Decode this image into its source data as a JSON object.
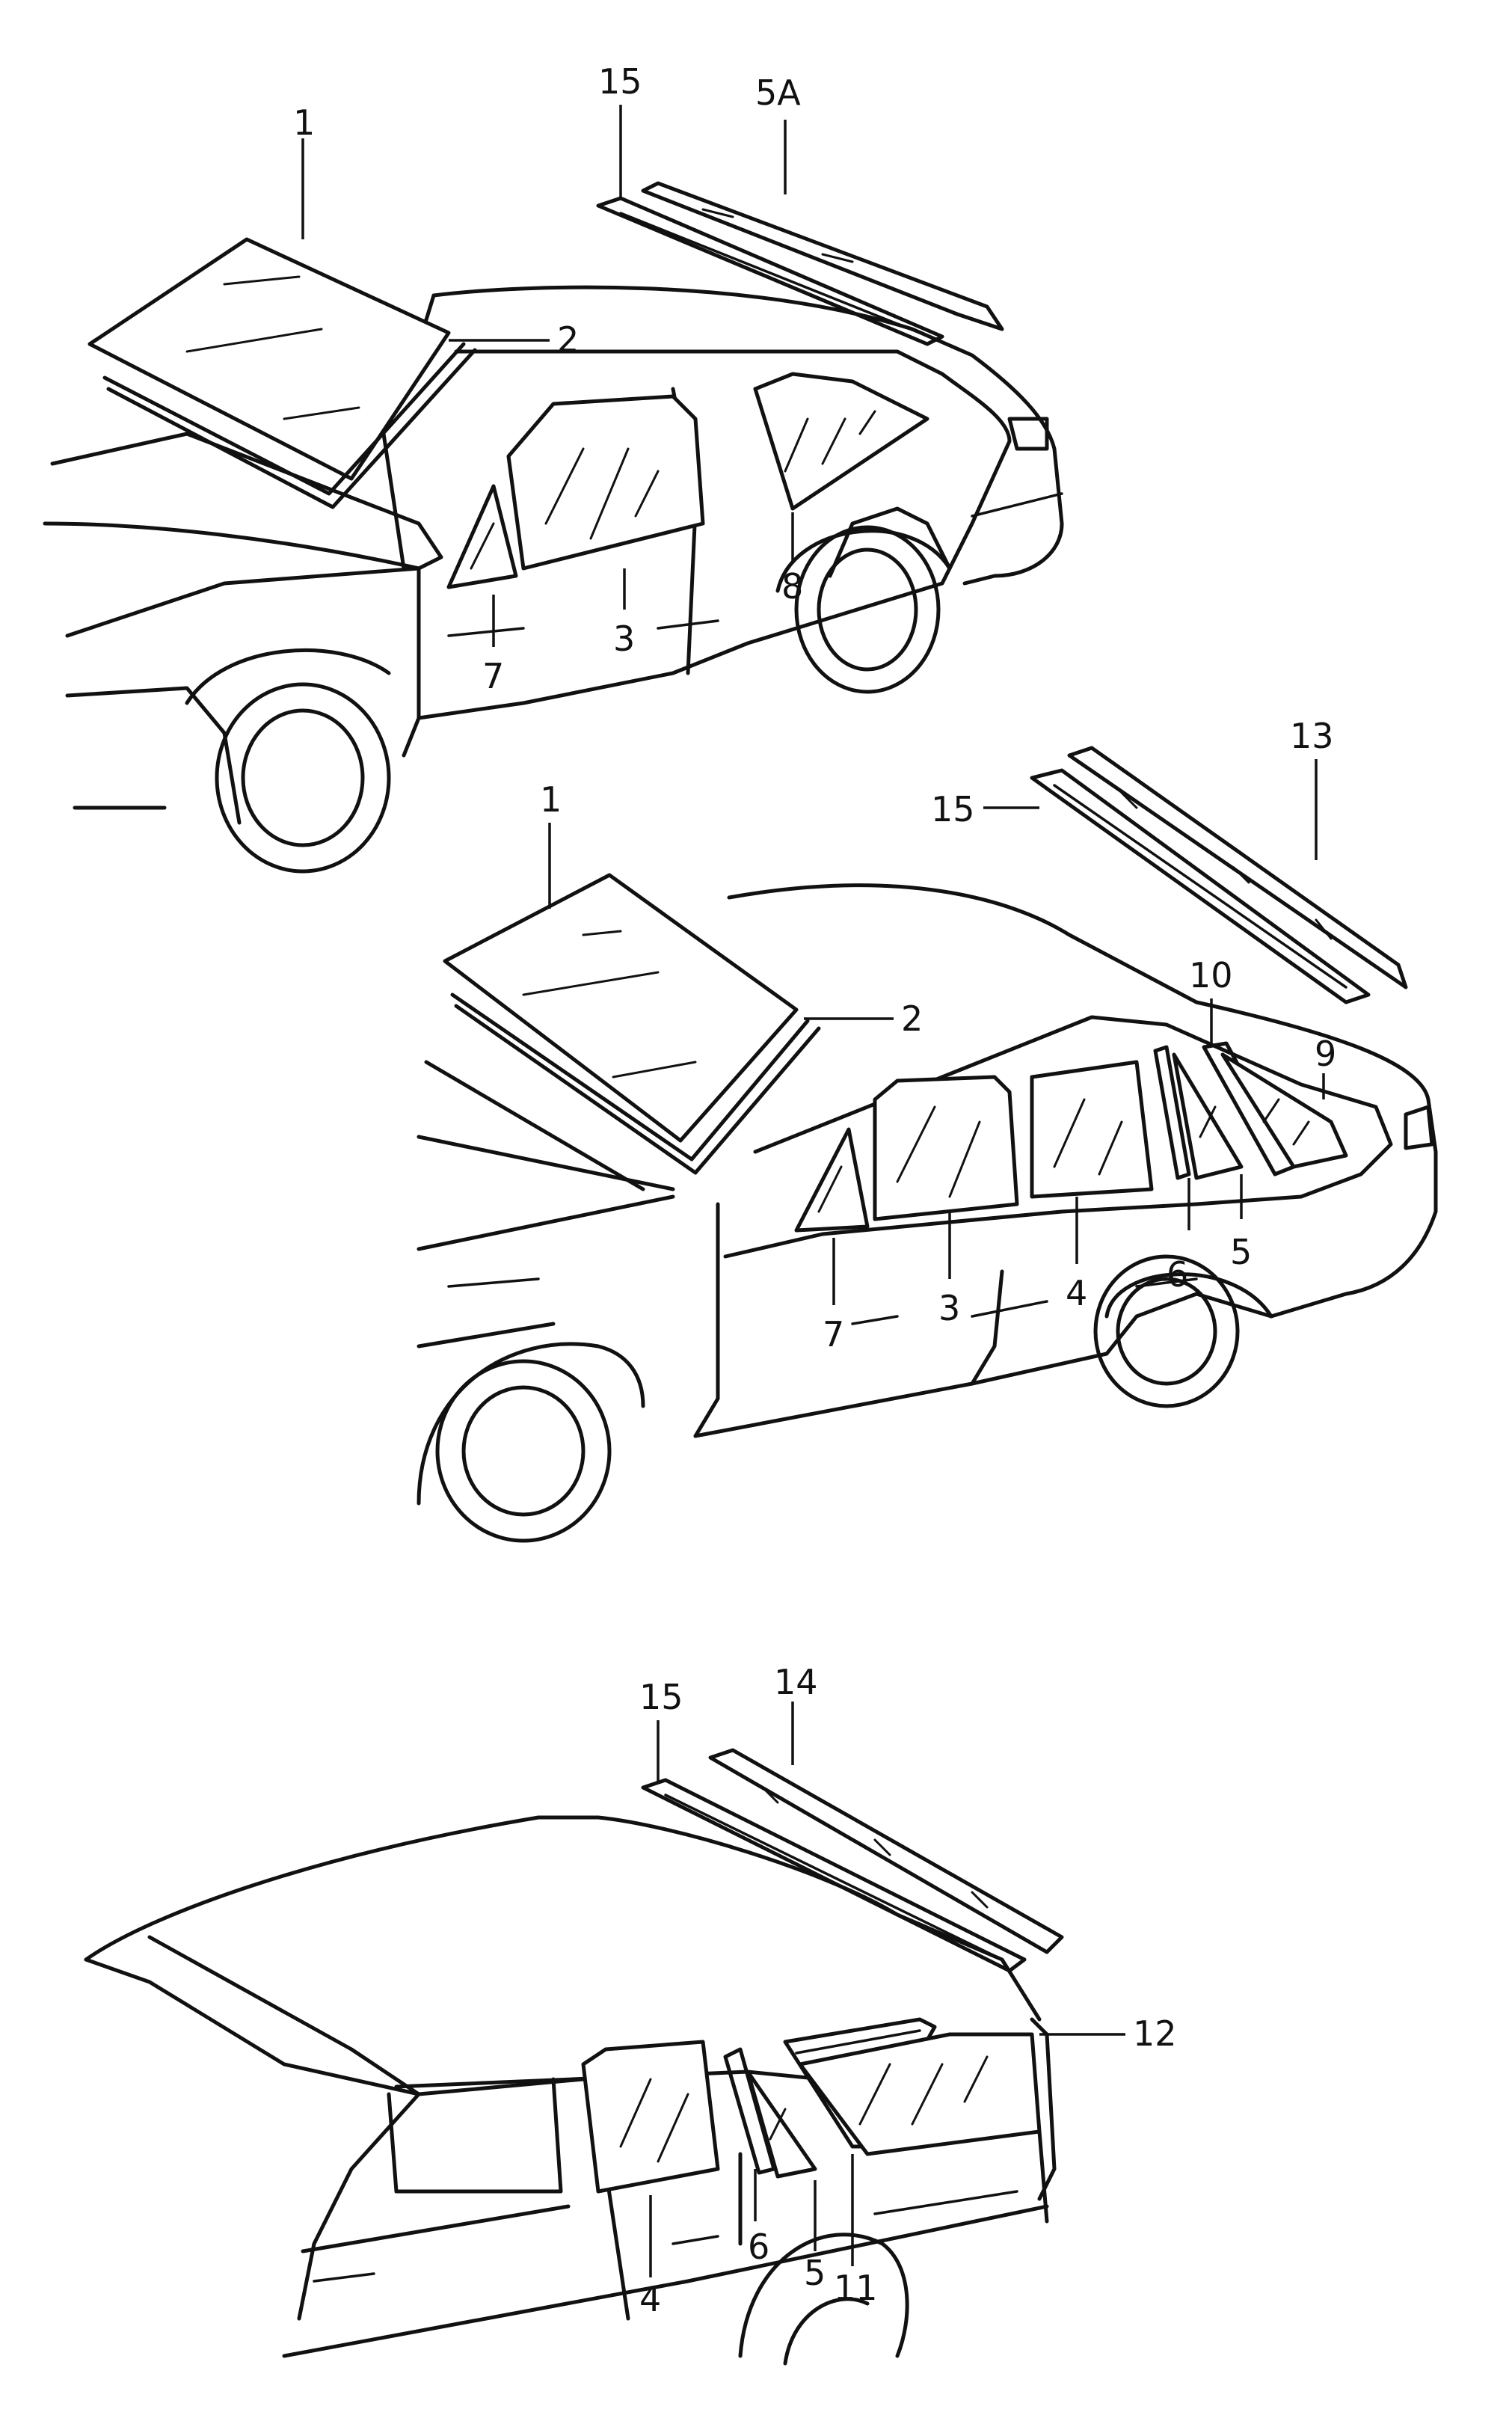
{
  "diagram": {
    "views": [
      {
        "id": "hatchback",
        "callouts": {
          "c1": "1",
          "c2": "2",
          "c3": "3",
          "c7": "7",
          "c8": "8",
          "c15": "15",
          "c5A": "5A"
        }
      },
      {
        "id": "sedan",
        "callouts": {
          "c1": "1",
          "c2": "2",
          "c3": "3",
          "c4": "4",
          "c5": "5",
          "c6": "6",
          "c7": "7",
          "c9": "9",
          "c10": "10",
          "c13": "13",
          "c15": "15"
        }
      },
      {
        "id": "wagon",
        "callouts": {
          "c4": "4",
          "c5": "5",
          "c6": "6",
          "c11": "11",
          "c12": "12",
          "c14": "14",
          "c15": "15"
        }
      }
    ]
  }
}
